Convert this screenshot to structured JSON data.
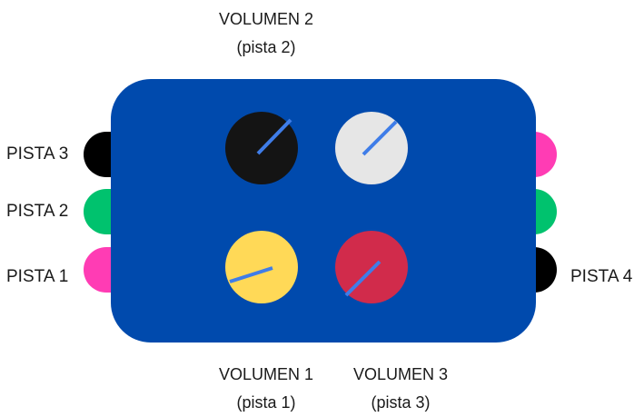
{
  "colors": {
    "box": "#004aad",
    "pointer": "#3f7de8",
    "port_black": "#000000",
    "port_green": "#00c26e",
    "port_pink": "#ff3cb4"
  },
  "left_ports": [
    {
      "label": "PISTA 3",
      "color": "#000000"
    },
    {
      "label": "PISTA 2",
      "color": "#00c26e"
    },
    {
      "label": "PISTA 1",
      "color": "#ff3cb4"
    }
  ],
  "right_ports": [
    {
      "label": "",
      "color": "#ff3cb4"
    },
    {
      "label": "",
      "color": "#00c26e"
    },
    {
      "label": "PISTA 4",
      "color": "#000000"
    }
  ],
  "knobs": [
    {
      "name": "volumen-2",
      "color": "#141414",
      "level_angle_deg": -50
    },
    {
      "name": "blank",
      "color": "#e6e6e6",
      "level_angle_deg": -50
    },
    {
      "name": "volumen-1",
      "color": "#ffd957",
      "level_angle_deg": -20
    },
    {
      "name": "volumen-3",
      "color": "#d12b4b",
      "level_angle_deg": -50
    }
  ],
  "captions": {
    "volumen2": {
      "title": "VOLUMEN 2",
      "sub": "(pista 2)"
    },
    "volumen1": {
      "title": "VOLUMEN 1",
      "sub": "(pista 1)"
    },
    "volumen3": {
      "title": "VOLUMEN 3",
      "sub": "(pista 3)"
    }
  }
}
